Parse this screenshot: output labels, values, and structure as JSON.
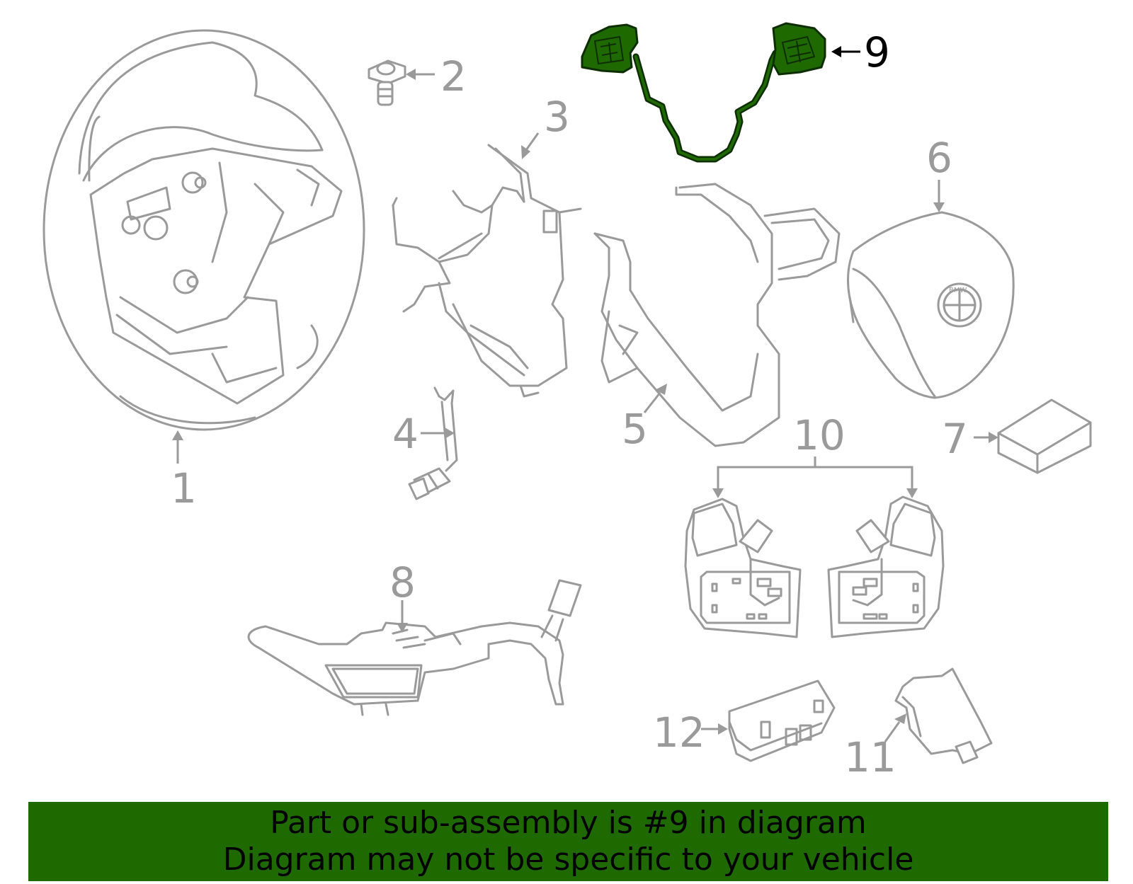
{
  "callouts": {
    "p1": "1",
    "p2": "2",
    "p3": "3",
    "p4": "4",
    "p5": "5",
    "p6": "6",
    "p7": "7",
    "p8": "8",
    "p9": "9",
    "p10": "10",
    "p11": "11",
    "p12": "12"
  },
  "highlighted_part": "9",
  "colors": {
    "highlight_fill": "#1f6a00",
    "banner": "#1f6a00",
    "line_art": "#9a9a9a"
  },
  "banner": {
    "line1": "Part or sub-assembly is #9 in diagram",
    "line2": "Diagram may not be specific to your vehicle"
  }
}
